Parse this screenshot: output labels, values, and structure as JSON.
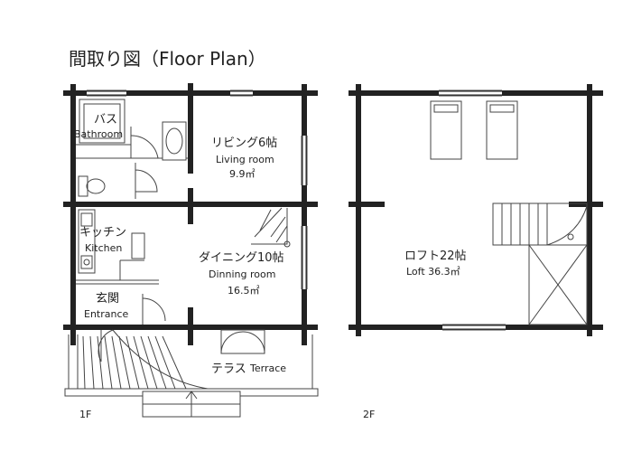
{
  "title": "間取り図（Floor Plan）",
  "floors": {
    "first": {
      "label": "1F",
      "rooms": {
        "bath": {
          "jp": "バス",
          "en": "Bathroom"
        },
        "living": {
          "jp": "リビング6帖",
          "en": "Living room",
          "area": "9.9㎡"
        },
        "kitchen": {
          "jp": "キッチン",
          "en": "Kitchen"
        },
        "dining": {
          "jp": "ダイニング10帖",
          "en": "Dinning room",
          "area": "16.5㎡"
        },
        "entrance": {
          "jp": "玄関",
          "en": "Entrance"
        },
        "terrace": {
          "jp": "テラス",
          "en": "Terrace"
        }
      }
    },
    "second": {
      "label": "2F",
      "rooms": {
        "loft": {
          "jp": "ロフト22帖",
          "area": "Loft 36.3㎡"
        }
      }
    }
  },
  "colors": {
    "wall": "#222222",
    "line": "#444444",
    "background": "#ffffff"
  }
}
